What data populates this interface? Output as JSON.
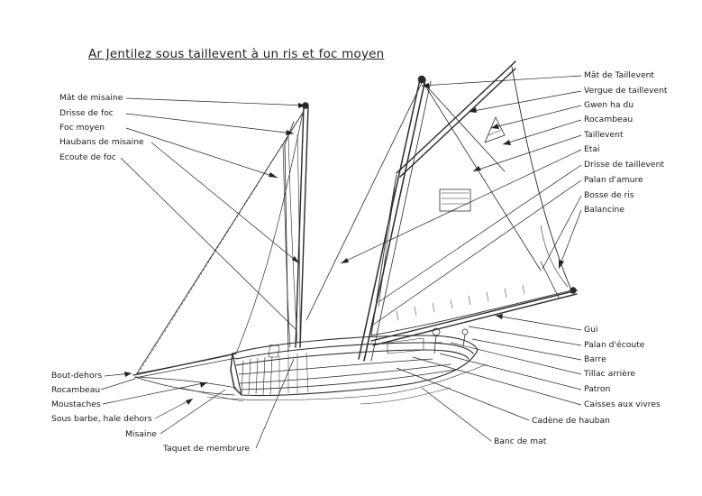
{
  "title": "Ar Jentilez sous taillevent à un ris et foc moyen",
  "labels": {
    "mat_de_misaine": "Mât de misaine",
    "drisse_de_foc": "Drisse de foc",
    "foc_moyen": "Foc moyen",
    "haubans_de_misaine": "Haubans de misaine",
    "ecoute_de_foc": "Ecoute de foc",
    "bout_dehors": "Bout-dehors",
    "rocambeau_left": "Rocambeau",
    "moustaches": "Moustaches",
    "sous_barbe": "Sous barbe, hale dehors",
    "misaine": "Misaine",
    "taquet_de_membrure": "Taquet de membrure",
    "banc_de_mat": "Banc de mat",
    "cadene_de_hauban": "Cadène de hauban",
    "mat_de_taillevent": "Mât de Taillevent",
    "vergue_de_taillevent": "Vergue de taillevent",
    "gwen_ha_du": "Gwen ha du",
    "rocambeau_right": "Rocambeau",
    "taillevent": "Taillevent",
    "etai": "Etai",
    "drisse_de_taillevent": "Drisse de taillevent",
    "palan_damure": "Palan d'amure",
    "bosse_de_ris": "Bosse de ris",
    "balancine": "Balancine",
    "gui": "Gui",
    "palan_decoute": "Palan d'écoute",
    "barre": "Barre",
    "tillac_arriere": "Tillac arrière",
    "patron": "Patron",
    "caisses_aux_vivres": "Caisses aux vivres"
  }
}
